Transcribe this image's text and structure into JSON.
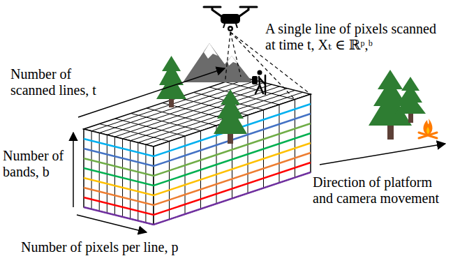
{
  "diagram": {
    "labels": [
      "A single line of pixels scanned at time t, Xₜ ∈ ℝᵖ,ᵇ",
      "Number of scanned lines, t",
      "Number of bands, b",
      "Number of pixels per line, p",
      "Direction of platform and camera movement"
    ]
  }
}
